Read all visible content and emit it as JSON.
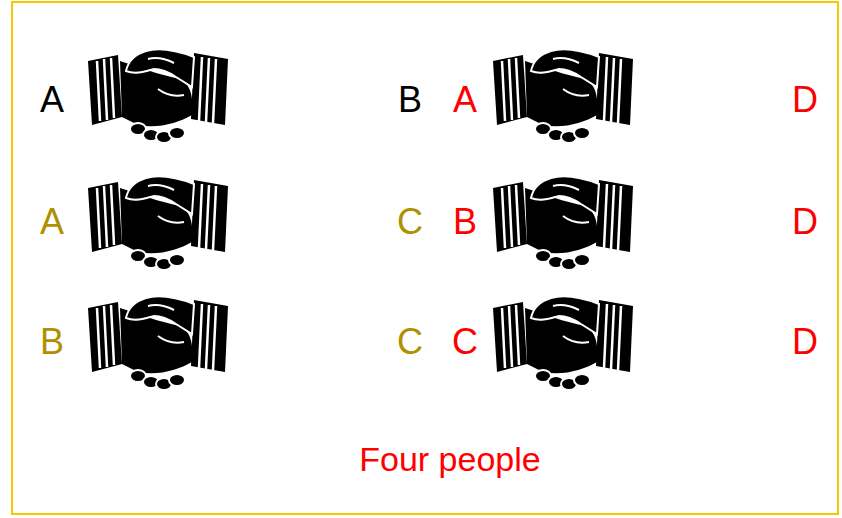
{
  "diagram": {
    "caption": "Four people",
    "labels": [
      "A",
      "B",
      "A",
      "D",
      "A",
      "C",
      "B",
      "D",
      "B",
      "C",
      "C",
      "D"
    ]
  }
}
